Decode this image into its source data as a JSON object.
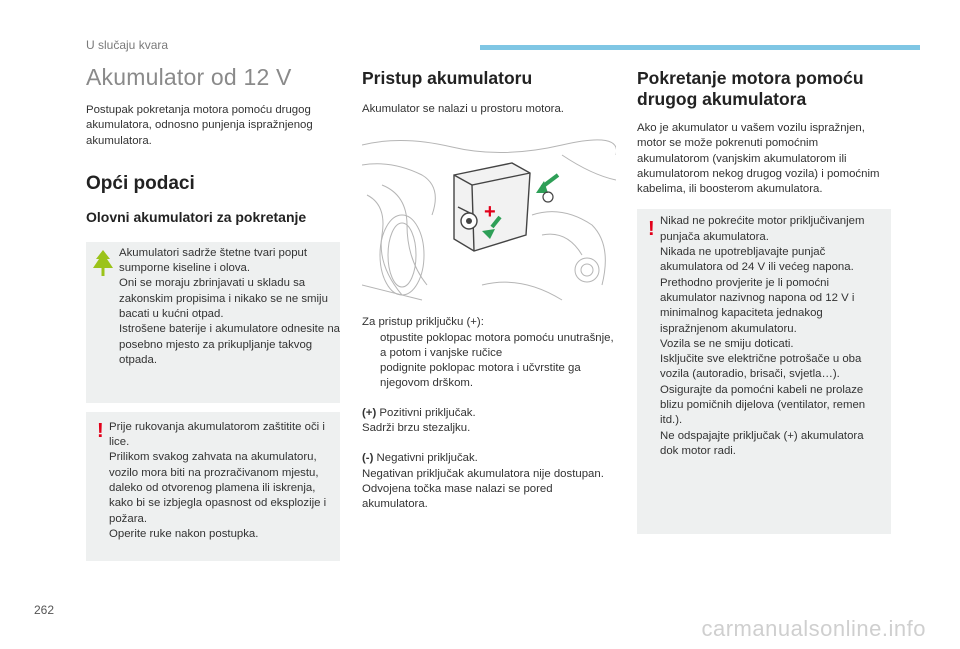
{
  "header": {
    "section": "U slučaju kvara"
  },
  "page_number": "262",
  "col1": {
    "title": "Akumulator od 12 V",
    "intro": "Postupak pokretanja motora pomoću drugog akumulatora, odnosno punjenja ispražnjenog akumulatora.",
    "general_heading": "Opći podaci",
    "subheading": "Olovni akumulatori za pokretanje",
    "eco_note": [
      "Akumulatori sadrže štetne tvari poput sumporne kiseline i olova.",
      "Oni se moraju zbrinjavati u skladu sa zakonskim propisima i nikako se ne smiju bacati u kućni otpad.",
      "Istrošene baterije i akumulatore odnesite na posebno mjesto za prikupljanje takvog otpada."
    ],
    "warning_icon": "!",
    "warning": [
      "Prije rukovanja akumulatorom zaštitite oči i lice.",
      "Prilikom svakog zahvata na akumulatoru, vozilo mora biti na prozračivanom mjestu, daleko od otvorenog plamena ili iskrenja, kako bi se izbjegla opasnost od eksplozije i požara.",
      "Operite ruke nakon postupka."
    ]
  },
  "col2": {
    "heading": "Pristup akumulatoru",
    "intro": "Akumulator se nalazi u prostoru motora.",
    "access_intro": "Za pristup priključku (+):",
    "bullet_mark": "",
    "bullets": [
      "otpustite poklopac motora pomoću unutrašnje, a potom i vanjske ručice",
      "podignite poklopac motora i učvrstite ga njegovom drškom."
    ],
    "positive_symbol": "(+)",
    "positive_text": " Pozitivni priključak.",
    "positive_text2": "Sadrži brzu stezaljku.",
    "negative_symbol": "(-)",
    "negative_text": " Negativni priključak.",
    "negative_text2": "Negativan priključak akumulatora nije dostupan. Odvojena točka mase nalazi se pored akumulatora.",
    "image_plus": "+"
  },
  "col3": {
    "heading": "Pokretanje motora pomoću drugog akumulatora",
    "intro": "Ako je akumulator u vašem vozilu ispražnjen, motor se može pokrenuti pomoćnim akumulatorom (vanjskim akumulatorom ili akumulatorom nekog drugog vozila) i pomoćnim kabelima, ili boosterom akumulatora.",
    "warning_icon": "!",
    "warning": [
      "Nikad ne pokrećite motor priključivanjem punjača akumulatora.",
      "Nikada ne upotrebljavajte punjač akumulatora od 24 V ili većeg napona.",
      "Prethodno provjerite je li pomoćni akumulator nazivnog napona od 12 V i minimalnog kapaciteta jednakog ispražnjenom akumulatoru.",
      "Vozila se ne smiju doticati.",
      "Isključite sve električne potrošače u oba vozila (autoradio, brisači, svjetla…).",
      "Osigurajte da pomoćni kabeli ne prolaze blizu pomičnih dijelova (ventilator, remen itd.).",
      "Ne odspajajte priključak (+) akumulatora dok motor radi."
    ]
  },
  "watermark": "carmanualsonline.info",
  "colors": {
    "accent": "#7fc6e4",
    "warning": "#e2001a",
    "eco": "#9bc31a",
    "box_bg": "#eef0f0",
    "arrow_green": "#2e9f57"
  }
}
